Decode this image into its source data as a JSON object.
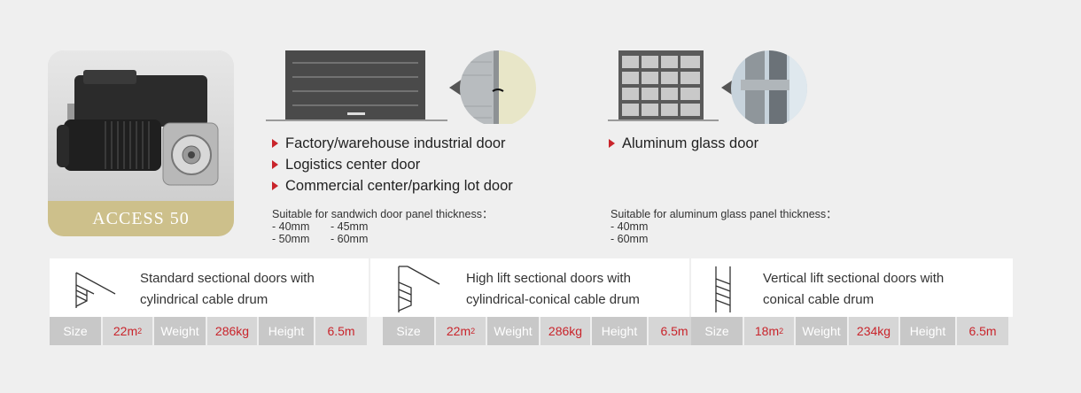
{
  "product": {
    "name": "ACCESS 50"
  },
  "industrial": {
    "items": [
      "Factory/warehouse industrial door",
      "Logistics center door",
      "Commercial center/parking lot door"
    ],
    "spec_title": "Suitable for sandwich door panel thickness：",
    "spec_values": [
      [
        "- 40mm",
        "- 45mm"
      ],
      [
        "- 50mm",
        "- 60mm"
      ]
    ]
  },
  "aluminum": {
    "items": [
      "Aluminum glass door"
    ],
    "spec_title": "Suitable for aluminum glass panel thickness：",
    "spec_values": [
      "- 40mm",
      "- 60mm"
    ]
  },
  "door_types": [
    {
      "line1": "Standard sectional doors with",
      "line2": "cylindrical cable drum",
      "icon": "standard-sectional-door-icon",
      "specs": {
        "size_label": "Size",
        "size_value": "22m",
        "size_sup": "2",
        "weight_label": "Weight",
        "weight_value": "286kg",
        "height_label": "Height",
        "height_value": "6.5m"
      }
    },
    {
      "line1": "High lift sectional doors with",
      "line2": "cylindrical-conical cable drum",
      "icon": "high-lift-sectional-door-icon",
      "specs": {
        "size_label": "Size",
        "size_value": "22m",
        "size_sup": "2",
        "weight_label": "Weight",
        "weight_value": "286kg",
        "height_label": "Height",
        "height_value": "6.5m"
      }
    },
    {
      "line1": "Vertical lift sectional doors with",
      "line2": "conical cable drum",
      "icon": "vertical-lift-sectional-door-icon",
      "specs": {
        "size_label": "Size",
        "size_value": "18m",
        "size_sup": "2",
        "weight_label": "Weight",
        "weight_value": "234kg",
        "height_label": "Height",
        "height_value": "6.5m"
      }
    }
  ],
  "colors": {
    "accent_red": "#c9242b",
    "gold_band": "#cdc08b"
  }
}
